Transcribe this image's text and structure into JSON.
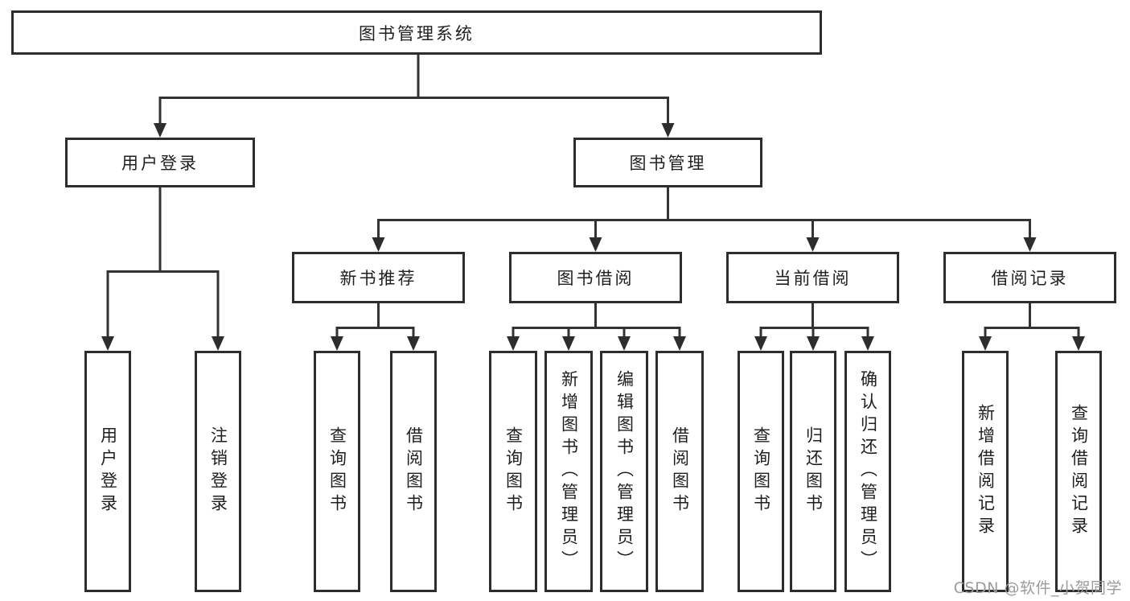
{
  "tree": {
    "root": {
      "label": "图书管理系统"
    },
    "branches": [
      {
        "label": "用户登录",
        "leaves": [
          {
            "label": "用户登录"
          },
          {
            "label": "注销登录"
          }
        ]
      },
      {
        "label": "图书管理",
        "groups": [
          {
            "label": "新书推荐",
            "leaves": [
              {
                "label": "查询图书"
              },
              {
                "label": "借阅图书"
              }
            ]
          },
          {
            "label": "图书借阅",
            "leaves": [
              {
                "label": "查询图书"
              },
              {
                "label": "新增图书（管理员）"
              },
              {
                "label": "编辑图书（管理员）"
              },
              {
                "label": "借阅图书"
              }
            ]
          },
          {
            "label": "当前借阅",
            "leaves": [
              {
                "label": "查询图书"
              },
              {
                "label": "归还图书"
              },
              {
                "label": "确认归还（管理员）"
              }
            ]
          },
          {
            "label": "借阅记录",
            "leaves": [
              {
                "label": "新增借阅记录"
              },
              {
                "label": "查询借阅记录"
              }
            ]
          }
        ]
      }
    ]
  },
  "watermark": "CSDN @软件_小贺同学",
  "colors": {
    "line": "#333333",
    "border": "#2d2d2d",
    "text": "#1f1f1f",
    "watermark": "#9b9b9b"
  }
}
